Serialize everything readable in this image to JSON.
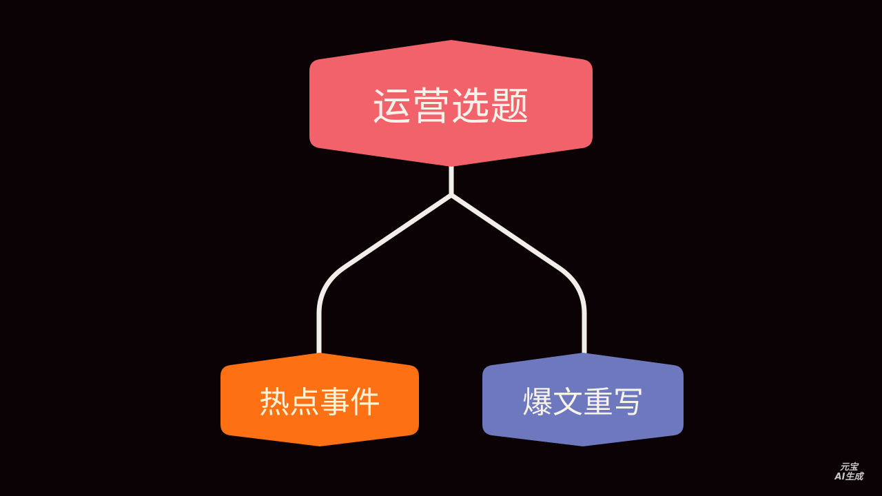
{
  "diagram": {
    "type": "tree",
    "root": {
      "label": "运营选题",
      "color": "#F1626A"
    },
    "children": [
      {
        "label": "热点事件",
        "color": "#FD7014"
      },
      {
        "label": "爆文重写",
        "color": "#6E78BE"
      }
    ],
    "connector_color": "#F2EFEA",
    "background": "#0A0204"
  },
  "watermark": {
    "line1": "元宝",
    "line2": "AI生成"
  }
}
